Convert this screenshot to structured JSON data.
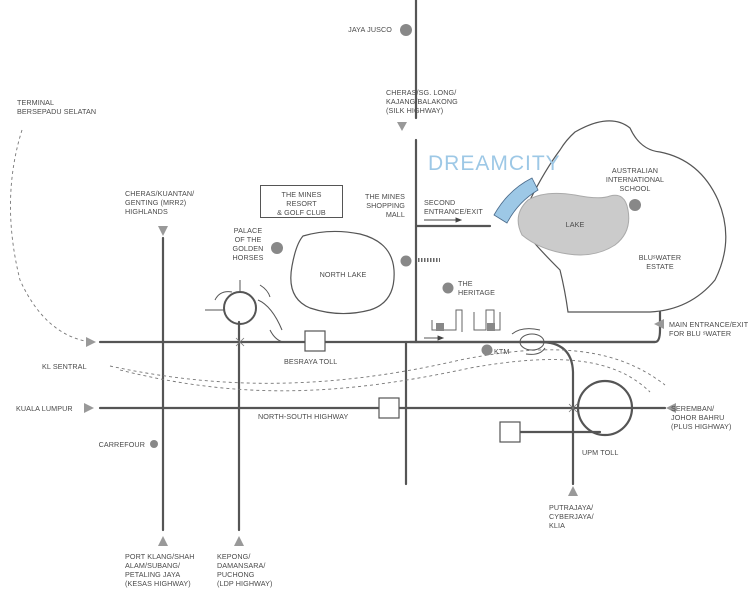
{
  "brand": "DREAMCITY",
  "labels": {
    "jaya_jusco": "JAYA JUSCO",
    "silk": "CHERAS/SG. LONG/\nKAJANG/BALAKONG\n(SILK HIGHWAY)",
    "terminal": "TERMINAL\nBERSEPADU SELATAN",
    "cheras_kuantan": "CHERAS/KUANTAN/\nGENTING (MRR2)\nHIGHLANDS",
    "mines_resort": "THE MINES RESORT\n& GOLF CLUB",
    "mines_mall": "THE MINES\nSHOPPING\nMALL",
    "second_entrance": "SECOND\nENTRANCE/EXIT",
    "palace": "PALACE\nOF THE\nGOLDEN\nHORSES",
    "north_lake": "NORTH LAKE",
    "heritage": "THE\nHERITAGE",
    "lake": "LAKE",
    "school": "AUSTRALIAN\nINTERNATIONAL\nSCHOOL",
    "bluwater_estate": "BLUˢWATER\nESTATE",
    "main_entrance": "MAIN ENTRANCE/EXIT\nFOR BLU ˢWATER",
    "besraya": "BESRAYA TOLL",
    "ktm": "KTM",
    "kl_sentral": "KL SENTRAL",
    "kuala_lumpur": "KUALA LUMPUR",
    "nsh": "NORTH-SOUTH HIGHWAY",
    "seremban": "SEREMBAN/\nJOHOR BAHRU\n(PLUS HIGHWAY)",
    "carrefour": "CARREFOUR",
    "upm": "UPM TOLL",
    "putrajaya": "PUTRAJAYA/\nCYBERJAYA/\nKLIA",
    "port_klang": "PORT KLANG/SHAH\nALAM/SUBANG/\nPETALING JAYA\n(KESAS HIGHWAY)",
    "kepong": "KEPONG/\nDAMANSARA/\nPUCHONG\n(LDP HIGHWAY)"
  },
  "colors": {
    "road": "#555555",
    "marker": "#888888",
    "accent": "#9dc8e6",
    "text": "#4a4a4a"
  }
}
